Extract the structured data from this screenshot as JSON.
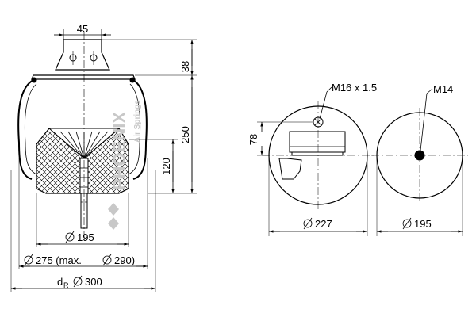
{
  "side_view": {
    "dims": {
      "bracket_width": "45",
      "top_height": "38",
      "total_height": "250",
      "piston_height": "120",
      "piston_dia": "195",
      "bellow_dia": "275 (max.",
      "bellow_dia_max": "290)",
      "dr_label": "d",
      "dr_sub": "R",
      "dr_value": "300"
    }
  },
  "top_plate": {
    "thread": "M16 x 1.5",
    "height": "78",
    "diameter": "227"
  },
  "bottom_plate": {
    "thread": "M14",
    "diameter": "195"
  },
  "watermark": {
    "brand": "PHOENIX",
    "tagline": "Air Springs"
  },
  "colors": {
    "line": "#000000",
    "watermark": "#c8c8c8"
  }
}
